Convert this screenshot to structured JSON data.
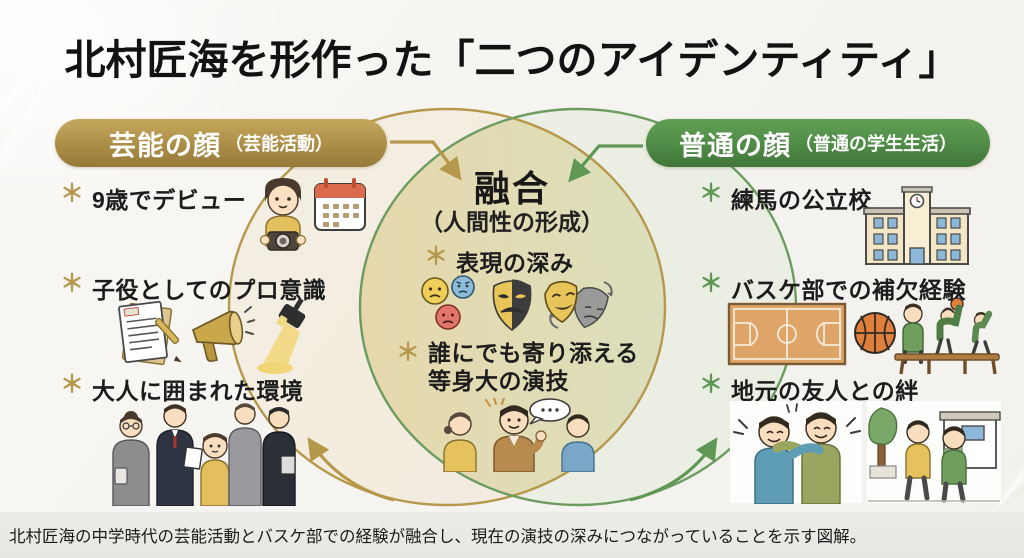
{
  "title": "北村匠海を形作った「二つのアイデンティティ」",
  "marker": "＊",
  "colors": {
    "gold": "#b5984c",
    "green": "#5f9755"
  },
  "left_panel": {
    "badge": {
      "label": "芸能の顔",
      "sub": "（芸能活動）"
    },
    "items": [
      {
        "text": "9歳でデビュー"
      },
      {
        "text": "子役としてのプロ意識"
      },
      {
        "text": "大人に囲まれた環境"
      }
    ]
  },
  "right_panel": {
    "badge": {
      "label": "普通の顔",
      "sub": "（普通の学生生活）"
    },
    "items": [
      {
        "text": "練馬の公立校"
      },
      {
        "text": "バスケ部での補欠経験"
      },
      {
        "text": "地元の友人との絆"
      }
    ]
  },
  "center": {
    "title": "融合",
    "subtitle": "（人間性の形成）",
    "bullets": [
      {
        "text": "表現の深み"
      },
      {
        "text": "誰にでも寄り添える\n等身大の演技"
      }
    ]
  },
  "footer": {
    "caption": "北村匠海の中学時代の芸能活動とバスケ部での経験が融合し、現在の演技の深みにつながっていることを示す図解。"
  }
}
